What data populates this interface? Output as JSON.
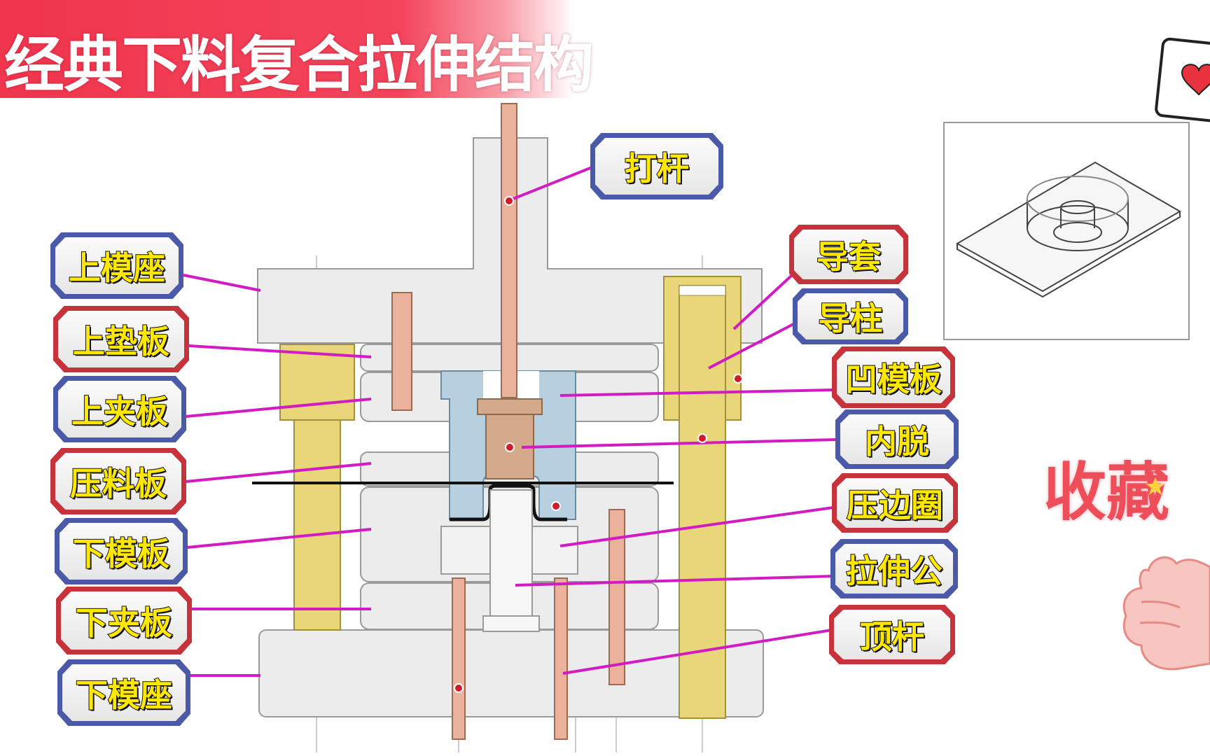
{
  "title": "经典下料复合拉伸结构",
  "labels_left": [
    {
      "id": "upper-die-seat",
      "text": "上模座",
      "color": "blue"
    },
    {
      "id": "upper-backing-plate",
      "text": "上垫板",
      "color": "red"
    },
    {
      "id": "upper-clamp-plate",
      "text": "上夹板",
      "color": "blue"
    },
    {
      "id": "stripper-plate",
      "text": "压料板",
      "color": "red"
    },
    {
      "id": "lower-die-plate",
      "text": "下模板",
      "color": "blue"
    },
    {
      "id": "lower-clamp-plate",
      "text": "下夹板",
      "color": "red"
    },
    {
      "id": "lower-die-seat",
      "text": "下模座",
      "color": "blue"
    }
  ],
  "labels_right": [
    {
      "id": "knockout-rod",
      "text": "打杆",
      "color": "blue"
    },
    {
      "id": "guide-bushing",
      "text": "导套",
      "color": "red"
    },
    {
      "id": "guide-post",
      "text": "导柱",
      "color": "blue"
    },
    {
      "id": "die-plate",
      "text": "凹模板",
      "color": "red"
    },
    {
      "id": "inner-ejector",
      "text": "内脱",
      "color": "blue"
    },
    {
      "id": "blank-holder",
      "text": "压边圈",
      "color": "red"
    },
    {
      "id": "drawing-punch",
      "text": "拉伸公",
      "color": "blue"
    },
    {
      "id": "ejector-pin",
      "text": "顶杆",
      "color": "red"
    }
  ],
  "favorite_text": "收藏",
  "colors": {
    "banner": "#f0354e",
    "leader_line": "#d21bc3",
    "label_blue_border": "#4a5aa8",
    "label_red_border": "#c6333a",
    "label_text": "#ffe800",
    "plate_fill": "#ececec",
    "guide_fill": "#e8d678",
    "rod_fill": "#eab29a",
    "die_fill": "#b8cfe0",
    "ejector_fill": "#d4aa8a",
    "dot": "#d01c28"
  },
  "icons": [
    "heart-card-icon",
    "thumbs-up-icon",
    "star-icon"
  ]
}
